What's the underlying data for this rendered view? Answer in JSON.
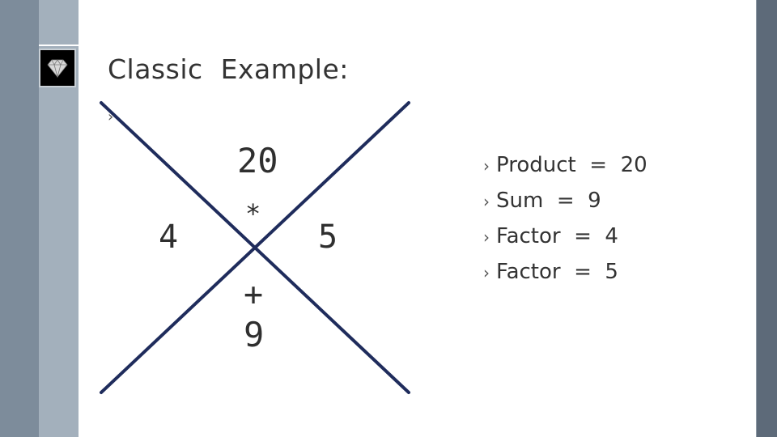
{
  "slide": {
    "title": "Classic  Example:",
    "small_bullet": "›",
    "diagram": {
      "top": "20",
      "operator_top": "*",
      "left": "4",
      "right": "5",
      "operator_bottom": "+",
      "bottom": "9",
      "line_color": "#1f2c5c"
    },
    "bullets": [
      {
        "marker": "›",
        "text": "Product  =  20"
      },
      {
        "marker": "›",
        "text": "Sum  =  9"
      },
      {
        "marker": "›",
        "text": "Factor  =  4"
      },
      {
        "marker": "›",
        "text": "Factor  =  5"
      }
    ]
  },
  "logo": {
    "icon": "diamond-icon"
  },
  "colors": {
    "band_dark_left": "#7d8c9b",
    "band_light_left": "#a3b0bc",
    "band_dark_right": "#5d6a79"
  }
}
